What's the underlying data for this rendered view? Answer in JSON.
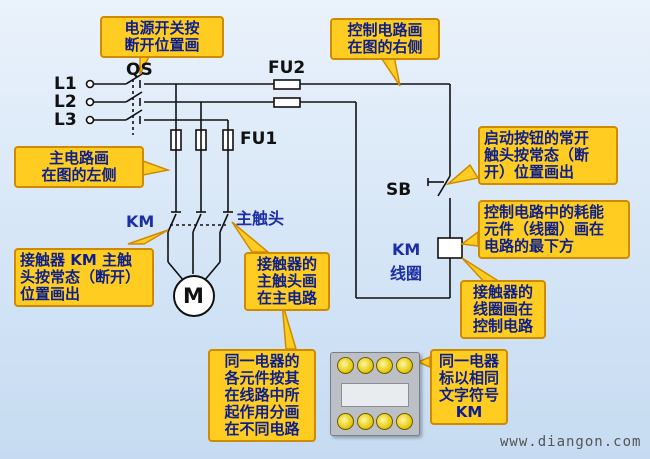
{
  "labels": {
    "L1": "L1",
    "L2": "L2",
    "L3": "L3",
    "QS": "QS",
    "FU2": "FU2",
    "FU1": "FU1",
    "KM_left": "KM",
    "main_contact": "主触头",
    "SB": "SB",
    "KM_coil_1": "KM",
    "KM_coil_2": "线圈",
    "motor": "M"
  },
  "notes": {
    "power_switch": "电源开关按\n断开位置画",
    "control_circuit_right": "控制电路画\n在图的右侧",
    "start_button": "启动按钮的常开\n触头按常态（断\n开）位置画出",
    "main_circuit_left": "主电路画\n在图的左侧",
    "control_consumer": "控制电路中的耗能\n元件（线圈）画在\n电路的最下方",
    "contactor_main_contact": "接触器 KM 主触\n头按常态（断开）\n位置画出",
    "main_contact_in_main": "接触器的\n主触头画\n在主电路",
    "coil_in_control": "接触器的\n线圈画在\n控制电路",
    "same_device_parts": "同一电器的\n各元件按其\n在线路中所\n起作用分画\n在不同电路",
    "same_device_symbol": "同一电器\n标以相同\n文字符号\nKM"
  },
  "watermark": "www.diangon.com",
  "colors": {
    "note_fill": "#ffcc22",
    "note_border": "#d08a00",
    "note_text": "#0d1f8c",
    "label_blue": "#1c2fa5",
    "wire": "#111111"
  }
}
